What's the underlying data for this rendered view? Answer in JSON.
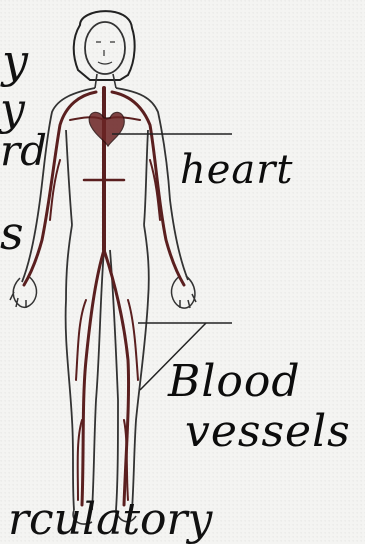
{
  "labels": {
    "heart": "heart",
    "blood": "Blood",
    "vessels": "vessels"
  },
  "margin_fragments": {
    "line1": "y",
    "line2": "y",
    "line3": "rd",
    "line4": "s",
    "bottom": "rculatory"
  },
  "colors": {
    "ink": "#111111",
    "vessel_red": "#7a2a2a",
    "paper": "#f4f4f2"
  }
}
